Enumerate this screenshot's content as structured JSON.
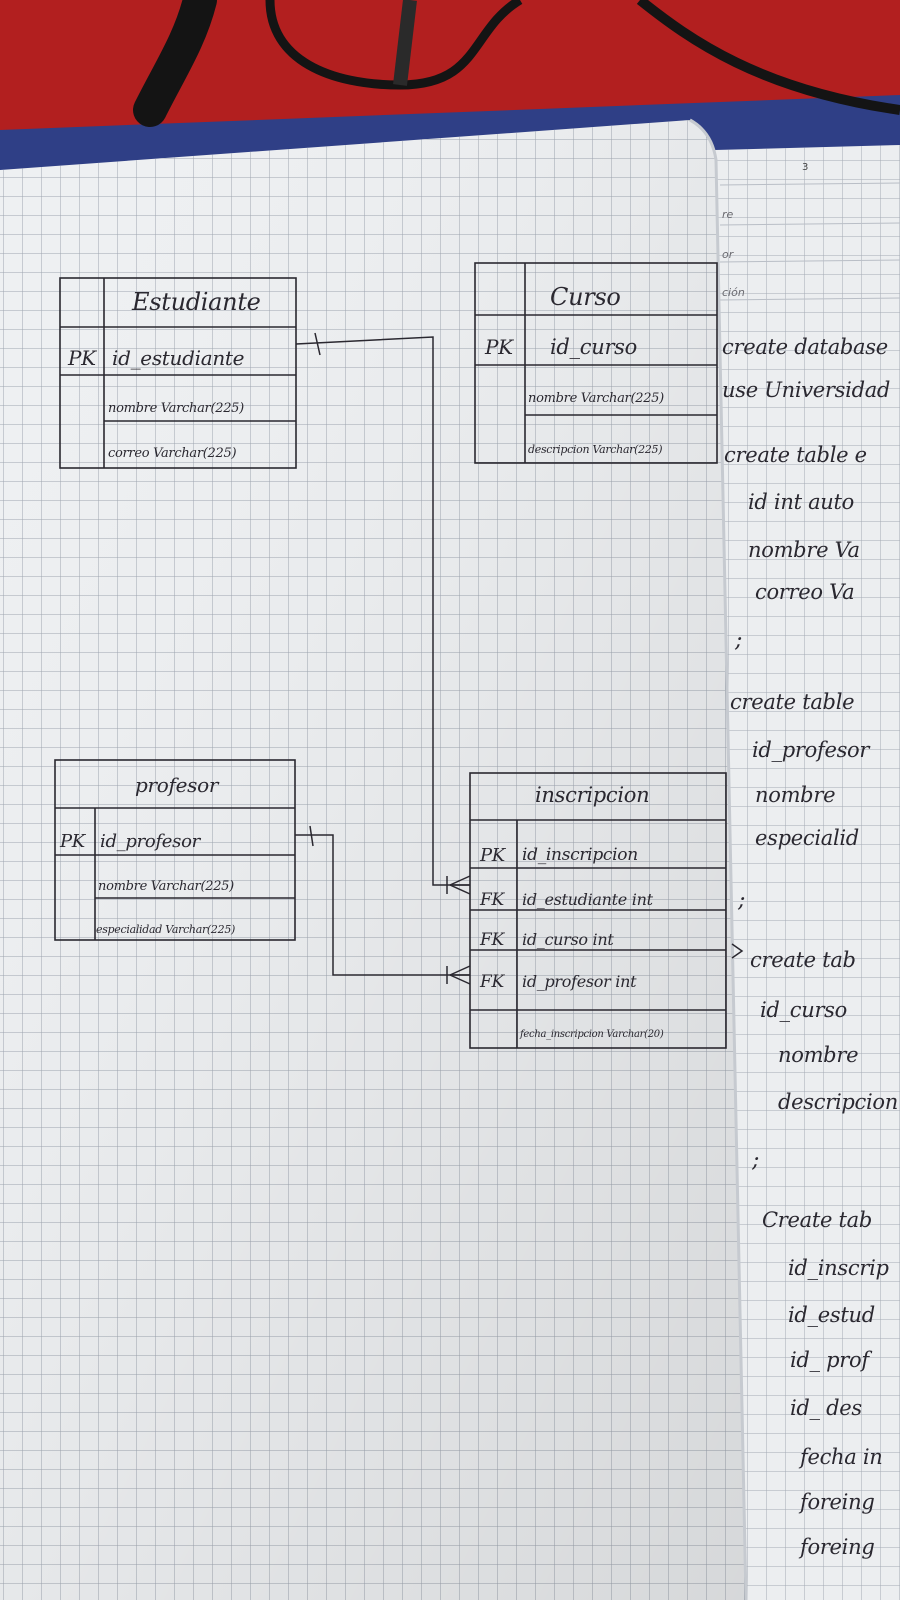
{
  "colors": {
    "table_surface": "#b21f1f",
    "notebook_cover": "#2f3f86",
    "paper": "#eef0f2",
    "grid_line": "#9ea5b0",
    "ink": "#2a2830",
    "cable": "#141414"
  },
  "entities": {
    "estudiante": {
      "title": "Estudiante",
      "rows": [
        {
          "key": "PK",
          "field": "id_estudiante"
        },
        {
          "key": "",
          "field": "nombre Varchar(225)"
        },
        {
          "key": "",
          "field": "correo Varchar(225)"
        }
      ]
    },
    "curso": {
      "title": "Curso",
      "rows": [
        {
          "key": "PK",
          "field": "id_curso"
        },
        {
          "key": "",
          "field": "nombre Varchar(225)"
        },
        {
          "key": "",
          "field": "descripcion Varchar(225)"
        }
      ]
    },
    "profesor": {
      "title": "profesor",
      "rows": [
        {
          "key": "PK",
          "field": "id_profesor"
        },
        {
          "key": "",
          "field": "nombre Varchar(225)"
        },
        {
          "key": "",
          "field": "especialidad Varchar(225)"
        }
      ]
    },
    "inscripcion": {
      "title": "inscripcion",
      "rows": [
        {
          "key": "PK",
          "field": "id_inscripcion"
        },
        {
          "key": "FK",
          "field": "id_estudiante int"
        },
        {
          "key": "FK",
          "field": "id_curso int"
        },
        {
          "key": "FK",
          "field": "id_profesor int"
        },
        {
          "key": "",
          "field": "fecha_inscripcion Varchar(20)"
        }
      ]
    }
  },
  "right_page": {
    "page_number": "3",
    "printed_labels": [
      "re",
      "or",
      "ción"
    ],
    "lines": [
      "create database",
      "use Universidad",
      "create table e",
      "id int auto",
      "nombre Va",
      "correo Va",
      ";",
      "create table",
      "id_profesor",
      "nombre",
      "especialid",
      ";",
      ">",
      "create tab",
      "id_curso",
      "nombre",
      "descripcion",
      ";",
      "Create tab",
      "id_inscrip",
      "id_estud",
      "id_ prof",
      "id_ des",
      "fecha in",
      "foreing",
      "foreing"
    ]
  }
}
